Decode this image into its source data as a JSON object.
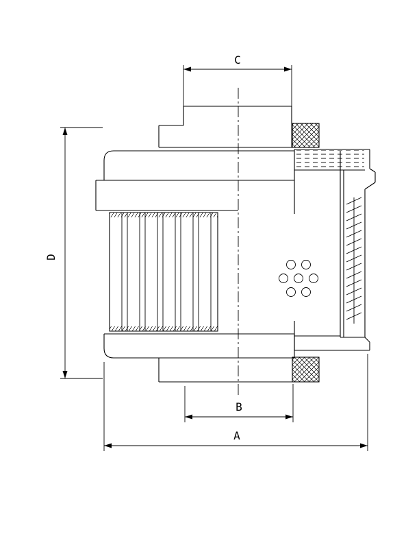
{
  "page": {
    "background": "#ffffff"
  },
  "drawing": {
    "line_color": "#000000",
    "dimension_labels": {
      "A": "A",
      "B": "B",
      "C": "C",
      "D": "D"
    }
  }
}
